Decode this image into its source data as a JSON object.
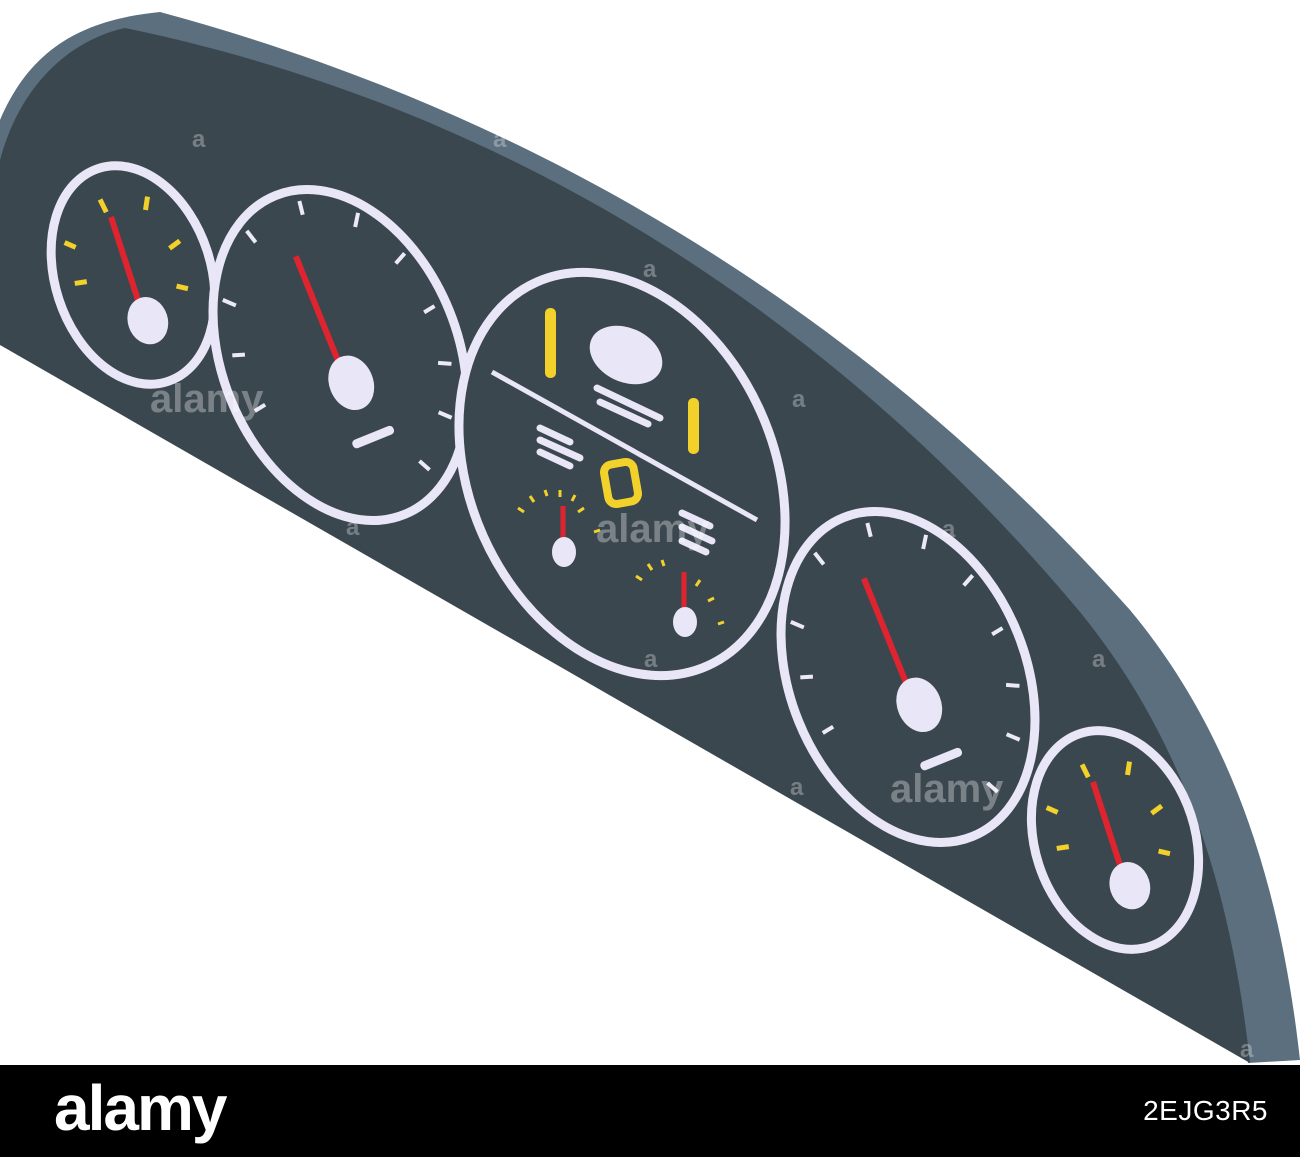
{
  "colors": {
    "background": "#ffffff",
    "panel_face": "#3b474f",
    "panel_edge": "#5b6f7e",
    "gauge_ring": "#e9e7f7",
    "needle": "#e0242f",
    "tick_yellow": "#f2d12b",
    "tick_white": "#eceaf8",
    "footer_bg": "#000000"
  },
  "icons": [
    "instrument-cluster",
    "fuel-gauge",
    "tachometer",
    "speedometer",
    "temperature-gauge",
    "info-display"
  ],
  "gauges": [
    {
      "name": "small-left-gauge",
      "needle_value": 0.5
    },
    {
      "name": "left-dial",
      "needle_value": 0.5
    },
    {
      "name": "center-info-display",
      "needle_value": 0.5
    },
    {
      "name": "right-dial",
      "needle_value": 0.5
    },
    {
      "name": "small-right-gauge",
      "needle_value": 0.5
    }
  ],
  "watermark": {
    "text": "alamy",
    "small_mark": "a"
  },
  "footer": {
    "brand": "alamy",
    "image_id": "2EJG3R5"
  }
}
